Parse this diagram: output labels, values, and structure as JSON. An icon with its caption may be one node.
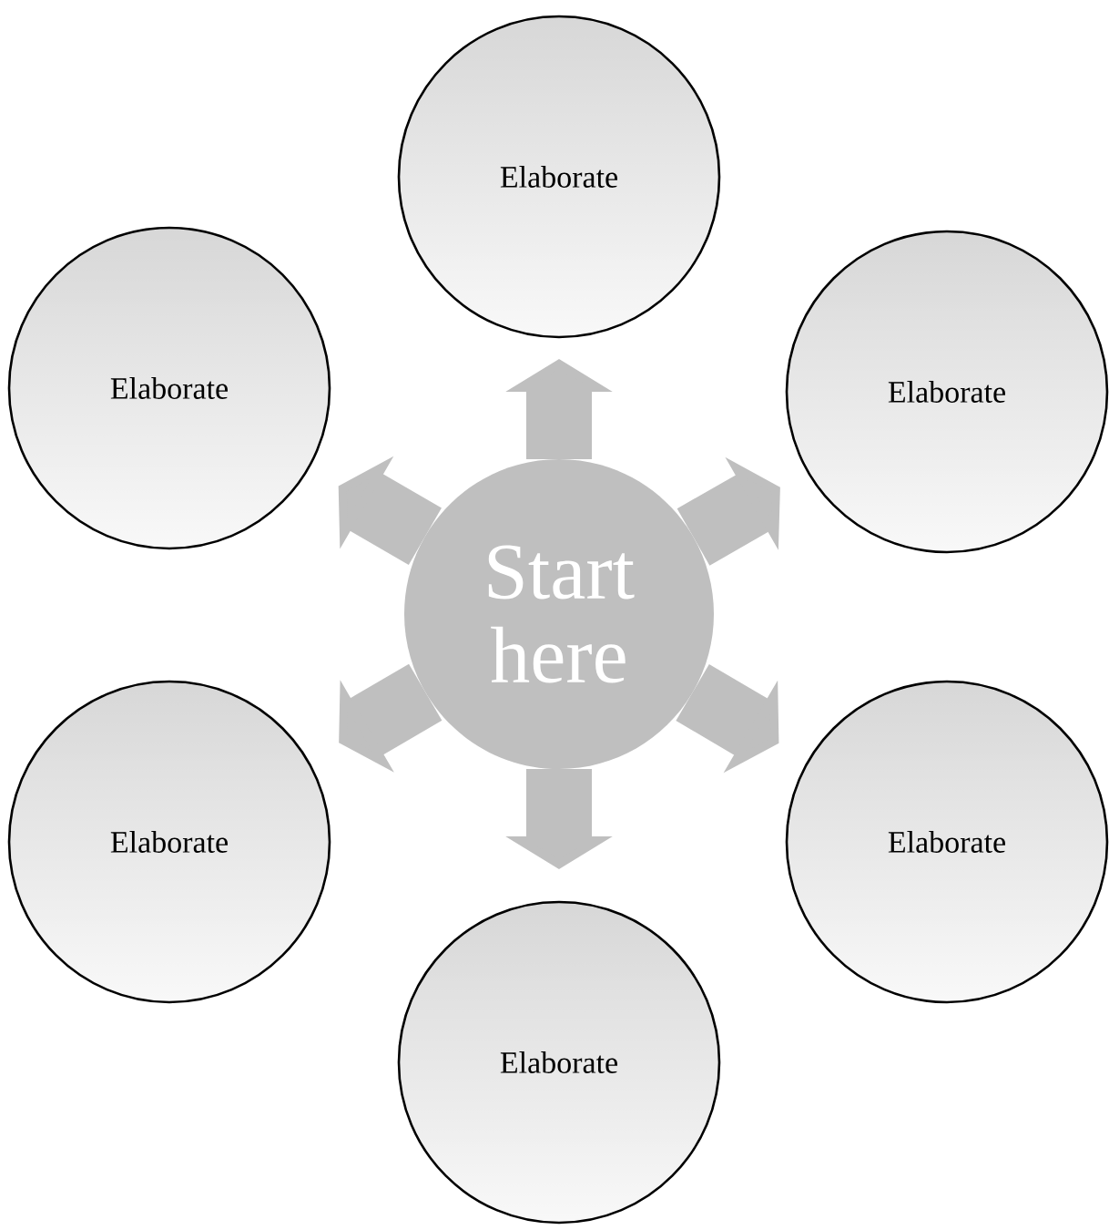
{
  "diagram": {
    "nodes": [
      {
        "text": [
          "Start here"
        ]
      },
      {
        "text": [
          "Elaborate"
        ]
      },
      {
        "text": [
          "Elaborate"
        ]
      },
      {
        "text": [
          "Elaborate"
        ]
      },
      {
        "text": [
          "Elaborate"
        ]
      },
      {
        "text": [
          "Elaborate"
        ]
      },
      {
        "text": [
          "Elaborate"
        ]
      }
    ],
    "edges": [
      {
        "from": 0,
        "to": 1,
        "arrow": "to"
      },
      {
        "from": 0,
        "to": 2,
        "arrow": "to"
      },
      {
        "from": 0,
        "to": 3,
        "arrow": "to"
      },
      {
        "from": 0,
        "to": 4,
        "arrow": "to"
      },
      {
        "from": 0,
        "to": 5,
        "arrow": "to"
      },
      {
        "from": 0,
        "to": 6,
        "arrow": "to"
      }
    ]
  }
}
